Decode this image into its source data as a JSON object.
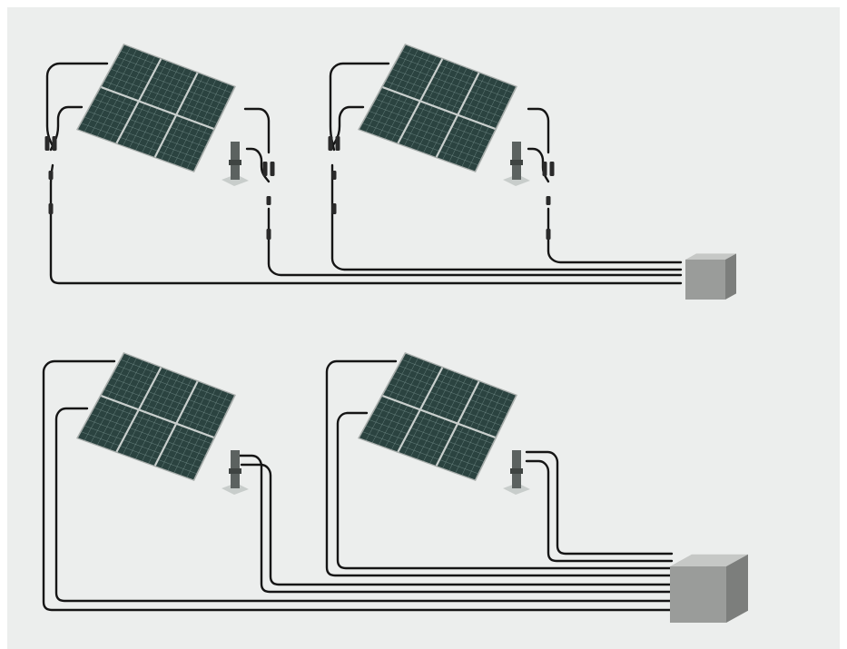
{
  "diagram": {
    "background_color": "#eceeed",
    "page_color": "#ffffff",
    "cable_color": "#151515",
    "panel_cell_color": "#2b4340",
    "panel_frame_color": "#a9aeac",
    "cell_line_color": "#7f9995",
    "post_color": "#5c6260",
    "post_light_color": "#c8cdcb",
    "box_front_color": "#9a9c9a",
    "box_top_color": "#c6c8c6",
    "box_side_color": "#7c7e7c",
    "connector_color": "#2a2a2a",
    "icons": [
      "solar-panel-icon",
      "mounting-post-icon",
      "junction-box-icon",
      "y-connector-icon",
      "cable-icon"
    ]
  },
  "sections": [
    {
      "id": "top",
      "wiring": "y-branch",
      "panel_count": 2,
      "cable_count": 4
    },
    {
      "id": "bottom",
      "wiring": "home-run",
      "panel_count": 2,
      "cable_count": 8
    }
  ]
}
